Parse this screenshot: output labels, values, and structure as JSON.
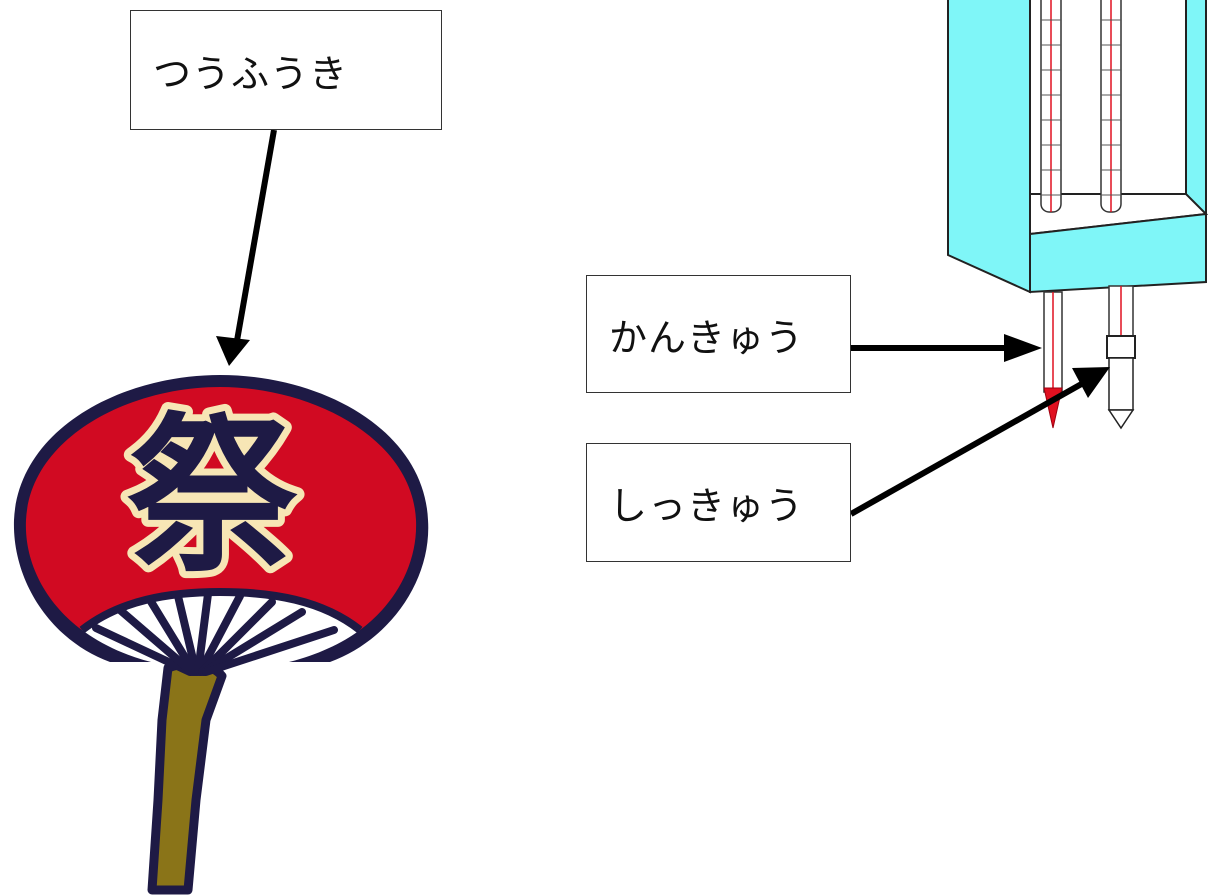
{
  "labels": {
    "ventilation": "つうふうき",
    "dry_bulb": "かんきゅう",
    "wet_bulb": "しっきゅう"
  },
  "fan": {
    "character": "祭"
  },
  "colors": {
    "fan_face": "#d10a22",
    "fan_rim": "#1e1a45",
    "fan_handle": "#8a7418",
    "character_fill": "#1e1a45",
    "character_outline": "#f7e6b5",
    "shelter": "#7ff6f8",
    "shelter_outline": "#222222",
    "dry_bulb_red": "#e01020",
    "arrow": "#000000",
    "box_border": "#333333"
  }
}
